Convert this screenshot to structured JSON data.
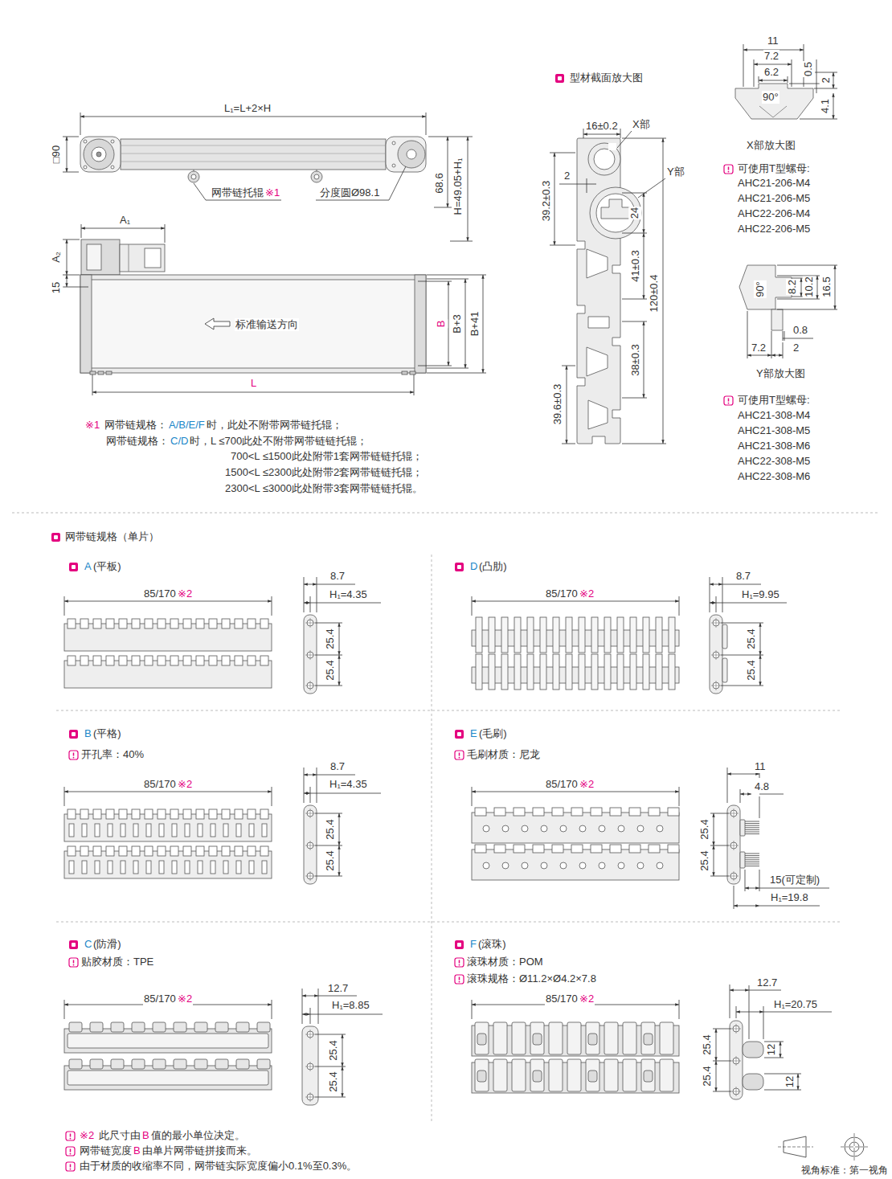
{
  "diagram": {
    "labels": [
      "L₁=L+2×H",
      "□90",
      "网带链托辊",
      "※1",
      "分度圆Ø98.1",
      "68.6",
      "H=49.05+H₁",
      "A₁",
      "A₂",
      "15",
      "标准输送方向",
      "B",
      "B+3",
      "B+41",
      "L",
      "※1",
      "网带链规格：",
      "A/B/E/F",
      "时，此处不附带网带链托辊；",
      "网带链规格：",
      "C/D",
      "时，L ≤700此处不附带网带链链托辊；",
      "700<L ≤1500此处附带1套网带链链托辊；",
      "1500<L ≤2300此处附带2套网带链链托辊；",
      "2300<L ≤3000此处附带3套网带链链托辊。",
      "型材截面放大图",
      "16±0.2",
      "X部",
      "2",
      "Y部",
      "24",
      "39.2±0.3",
      "41±0.3",
      "120±0.4",
      "38±0.3",
      "39.6±0.3",
      "11",
      "7.2",
      "6.2",
      "0.5",
      "2",
      "90°",
      "4.1",
      "X部放大图",
      "可使用T型螺母:",
      "AHC21-206-M4",
      "AHC21-206-M5",
      "AHC22-206-M4",
      "AHC22-206-M5",
      "90°",
      "8.2",
      "10.2",
      "16.5",
      "0.8",
      "7.2",
      "2",
      "Y部放大图",
      "可使用T型螺母:",
      "AHC21-308-M4",
      "AHC21-308-M5",
      "AHC21-308-M6",
      "AHC22-308-M5",
      "AHC22-308-M6",
      "网带链规格（单片）",
      "A",
      "(平板)",
      "85/170",
      "※2",
      "8.7",
      "H₁=4.35",
      "25.4",
      "25.4",
      "D",
      "(凸肋)",
      "85/170",
      "※2",
      "8.7",
      "H₁=9.95",
      "25.4",
      "25.4",
      "B",
      "(平格)",
      "开孔率：40%",
      "85/170",
      "※2",
      "8.7",
      "H₁=4.35",
      "25.4",
      "25.4",
      "E",
      "(毛刷)",
      "毛刷材质：尼龙",
      "85/170",
      "※2",
      "11",
      "4.8",
      "25.4",
      "25.4",
      "15(可定制)",
      "H₁=19.8",
      "C",
      "(防滑)",
      "贴胶材质：TPE",
      "85/170",
      "※2",
      "12.7",
      "H₁=8.85",
      "25.4",
      "25.4",
      "F",
      "(滚珠)",
      "滚珠材质：POM",
      "滚珠规格：Ø11.2×Ø4.2×7.8",
      "85/170",
      "※2",
      "12.7",
      "H₁=20.75",
      "25.4",
      "12",
      "25.4",
      "12",
      "※2",
      "此尺寸由",
      "B",
      "值的最小单位决定。",
      "网带链宽度",
      "B",
      "由单片网带链拼接而来。",
      "由于材质的收缩率不同，网带链实际宽度偏小0.1%至0.3%。",
      "视角标准：第一视角"
    ]
  }
}
